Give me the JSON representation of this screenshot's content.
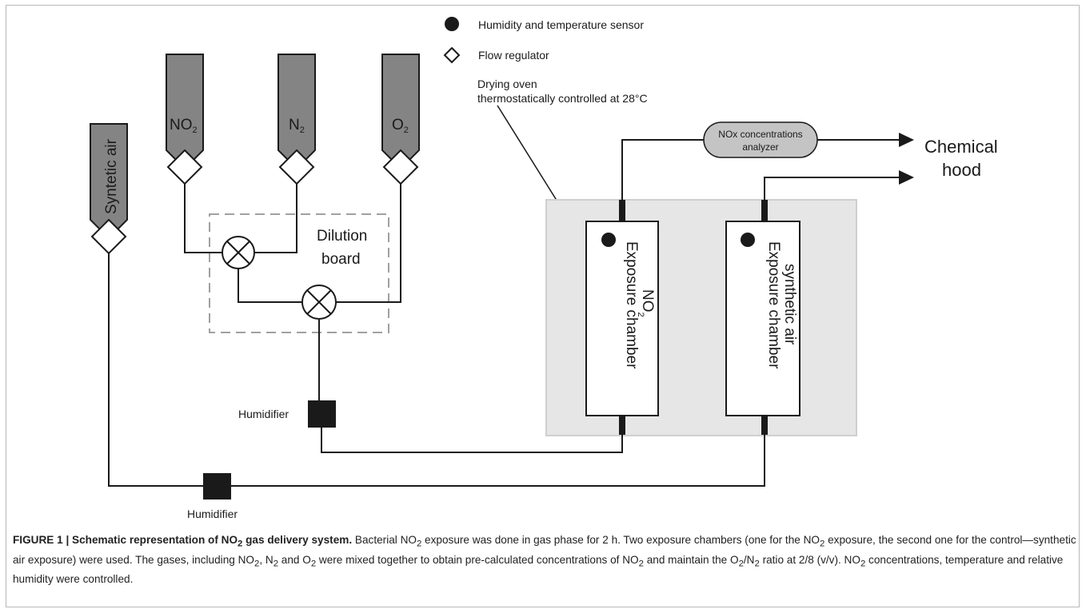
{
  "legend": {
    "sensor_label": "Humidity and temperature sensor",
    "regulator_label": "Flow regulator"
  },
  "oven": {
    "line1": "Drying oven",
    "line2": "thermostatically controlled at 28°C"
  },
  "cylinders": {
    "synthetic_air": "Syntetic air",
    "no2_main": "NO",
    "no2_sub": "2",
    "n2_main": "N",
    "n2_sub": "2",
    "o2_main": "O",
    "o2_sub": "2"
  },
  "dilution": {
    "line1": "Dilution",
    "line2": "board"
  },
  "humidifiers": {
    "top": "Humidifier",
    "bottom": "Humidifier"
  },
  "analyzer": {
    "line1": "NOx concentrations",
    "line2": "analyzer"
  },
  "hood": {
    "line1": "Chemical",
    "line2": "hood"
  },
  "chambers": {
    "no2_line1": "Exposure chamber",
    "no2_line2_main": "NO",
    "no2_line2_sub": "2",
    "air_line1": "Exposure chamber",
    "air_line2": "synthetic air"
  },
  "caption": {
    "label": "FIGURE 1 | Schematic representation of NO",
    "label_sub": "2",
    "label_end": " gas delivery system.",
    "t1": " Bacterial NO",
    "s1": "2",
    "t2": " exposure was done in gas phase for 2 h. Two exposure chambers (one for the NO",
    "s2": "2",
    "t3": " exposure, the second one for the control—synthetic air exposure) were used. The gases, including NO",
    "s3": "2",
    "t4": ", N",
    "s4": "2",
    "t5": " and O",
    "s5": "2",
    "t6": " were mixed together to obtain pre-calculated concentrations of NO",
    "s6": "2",
    "t7": " and maintain the O",
    "s7": "2",
    "t8": "/N",
    "s8": "2",
    "t9": " ratio at 2/8 (v/v). NO",
    "s9": "2",
    "t10": " concentrations, temperature and relative humidity were controlled."
  },
  "colors": {
    "cylinder_fill": "#848484",
    "oven_fill": "#e6e6e6",
    "analyzer_fill": "#c4c4c4",
    "line": "#1a1a1a"
  }
}
